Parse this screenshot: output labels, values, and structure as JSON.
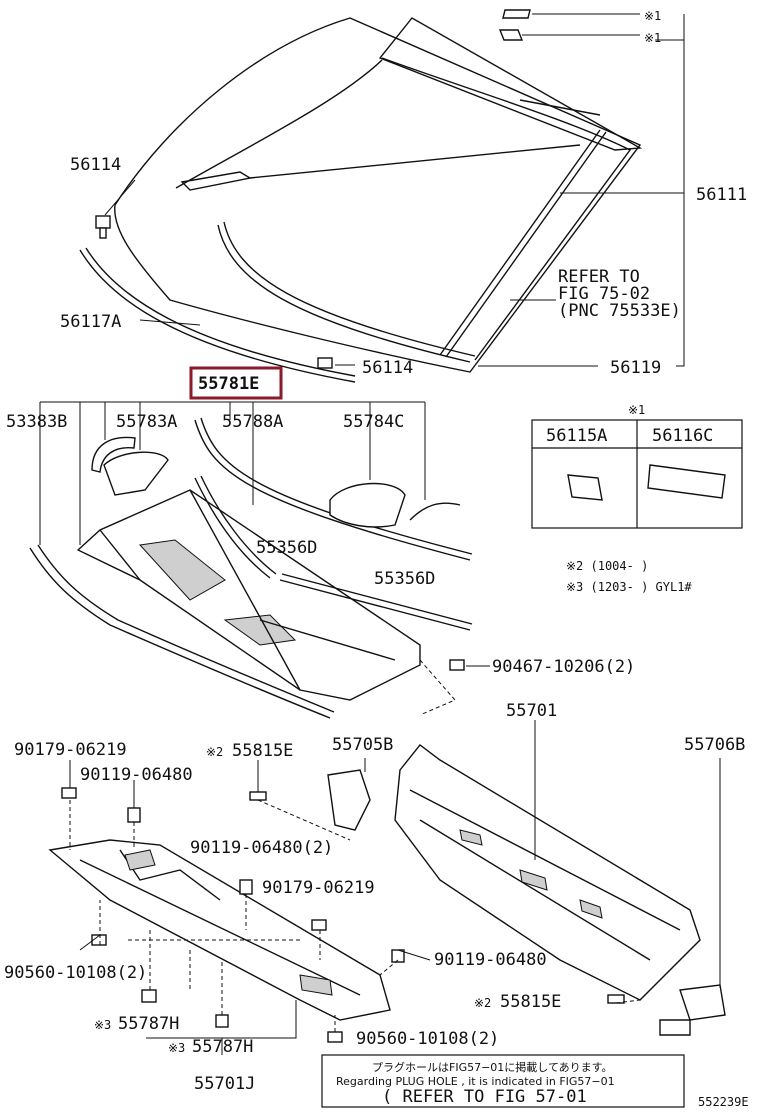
{
  "parts": {
    "p56114_top": "56114",
    "p56114_mid": "56114",
    "p56111": "56111",
    "p56117A": "56117A",
    "p56119": "56119",
    "p55781E": "55781E",
    "p53383B": "53383B",
    "p55783A": "55783A",
    "p55788A": "55788A",
    "p55784C": "55784C",
    "p55356D_a": "55356D",
    "p55356D_b": "55356D",
    "p90467": "90467-10206(2)",
    "p55701": "55701",
    "p55705B": "55705B",
    "p55706B": "55706B",
    "p90179_a": "90179-06219",
    "p90119_a": "90119-06480",
    "p55815E_a": "55815E",
    "p90119_b": "90119-06480(2)",
    "p90179_b": "90179-06219",
    "p90119_c": "90119-06480",
    "p90560_a": "90560-10108(2)",
    "p55815E_b": "55815E",
    "p90560_b": "90560-10108(2)",
    "p55787H_a": "55787H",
    "p55787H_b": "55787H",
    "p55701J": "55701J"
  },
  "marks": {
    "x1a": "※1",
    "x1b": "※1",
    "x1_table": "※1",
    "x2_a": "※2",
    "x2_b": "※2",
    "x3_a": "※3",
    "x3_b": "※3"
  },
  "refer": {
    "line1": "REFER TO",
    "line2": "FIG 75-02",
    "line3": "(PNC 75533E)"
  },
  "table": {
    "col1": "56115A",
    "col2": "56116C"
  },
  "footnotes": {
    "f2": "※2 (1004-      )",
    "f3": "※3 (1203-      ) GYL1#"
  },
  "plug_note": {
    "jp": "プラグホールはFIG57−01に掲載してあります。",
    "en": "Regarding PLUG HOLE , it is indicated in FIG57−01",
    "ref": "( REFER TO FIG 57-01"
  },
  "figure_id": "552239E"
}
